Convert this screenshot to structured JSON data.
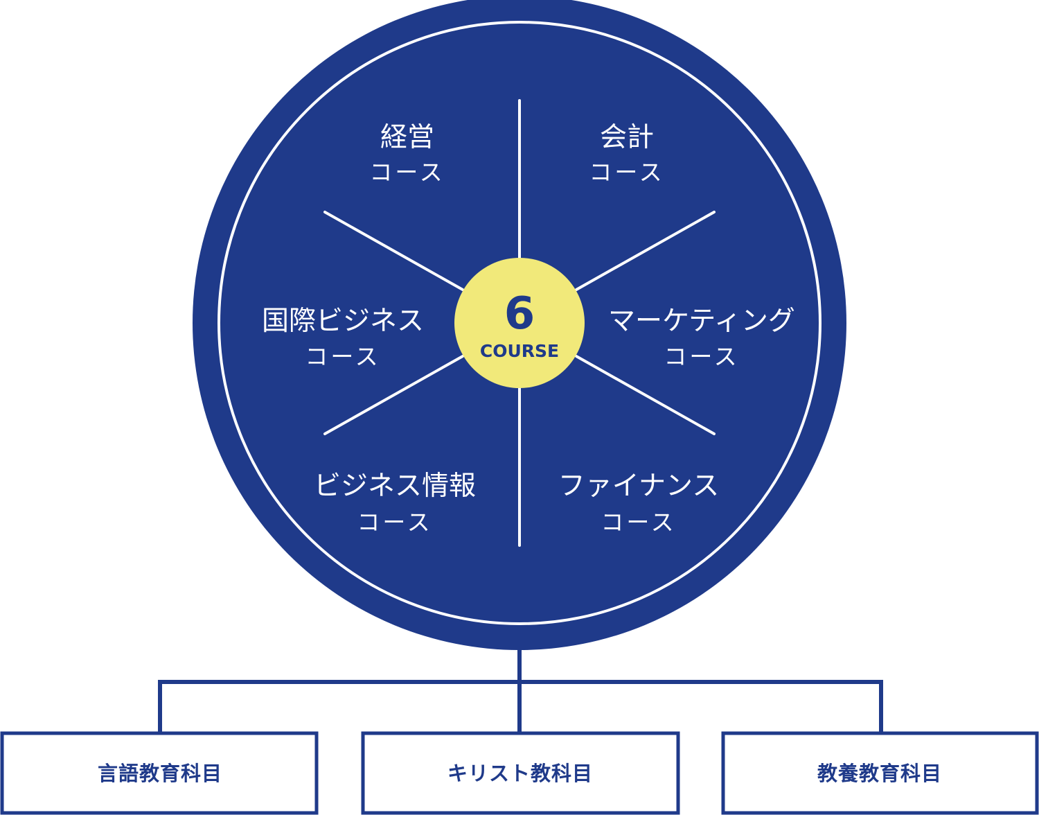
{
  "colors": {
    "navy": "#1f3a8a",
    "yellow": "#f1e97a",
    "white": "#ffffff"
  },
  "center": {
    "number": "6",
    "label": "COURSE"
  },
  "courses": [
    {
      "name": "経営",
      "sub": "コース"
    },
    {
      "name": "会計",
      "sub": "コース"
    },
    {
      "name": "国際ビジネス",
      "sub": "コース"
    },
    {
      "name": "マーケティング",
      "sub": "コース"
    },
    {
      "name": "ビジネス情報",
      "sub": "コース"
    },
    {
      "name": "ファイナンス",
      "sub": "コース"
    }
  ],
  "subjects": [
    {
      "label": "言語教育科目"
    },
    {
      "label": "キリスト教科目"
    },
    {
      "label": "教養教育科目"
    }
  ]
}
